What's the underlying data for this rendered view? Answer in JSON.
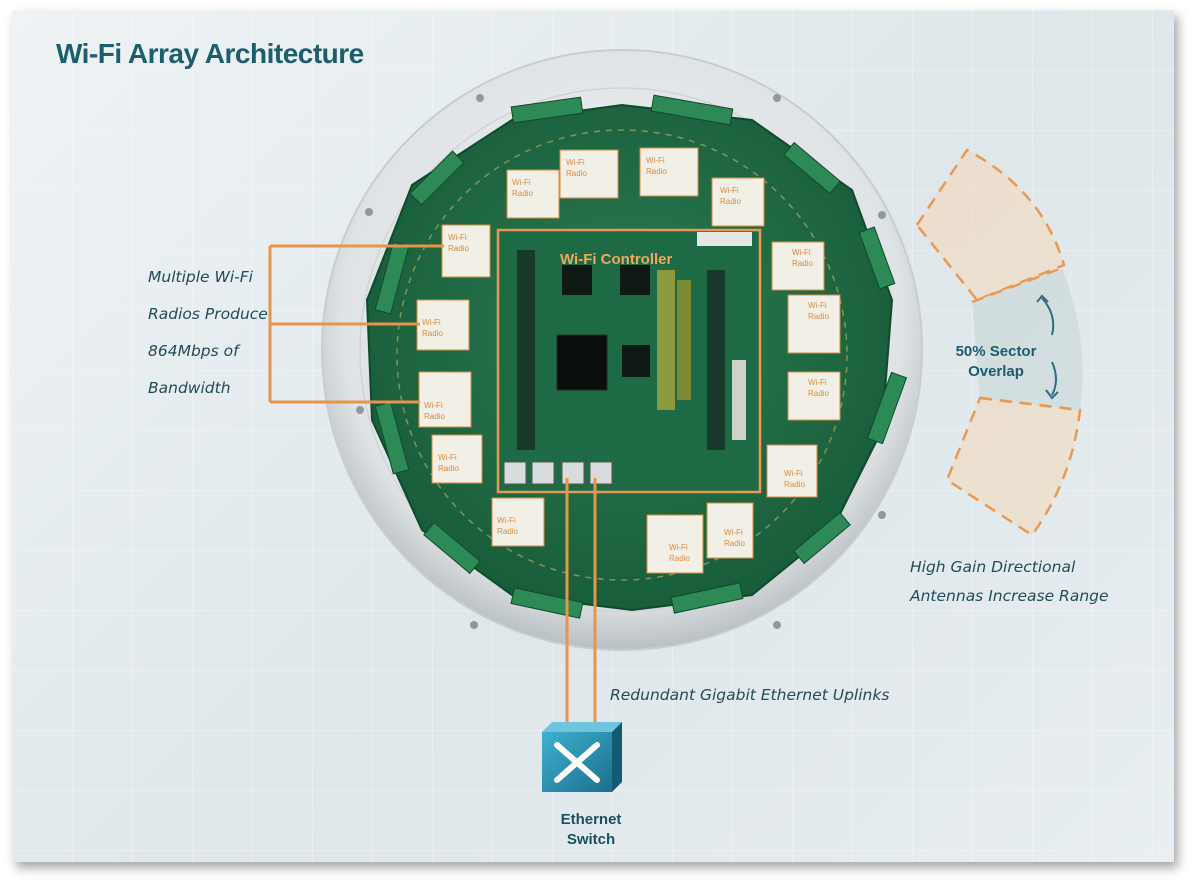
{
  "title": "Wi-Fi Array Architecture",
  "controller_label": "Wi-Fi Controller",
  "radio_label_line1": "Wi-Fi",
  "radio_label_line2": "Radio",
  "radios_callout": [
    "Multiple Wi-Fi",
    "Radios Produce",
    "864Mbps of",
    "Bandwidth"
  ],
  "sector_overlap": [
    "50% Sector",
    "Overlap"
  ],
  "antennas_callout": [
    "High Gain Directional",
    "Antennas Increase Range"
  ],
  "uplinks_callout": "Redundant Gigabit Ethernet Uplinks",
  "switch_label": [
    "Ethernet",
    "Switch"
  ],
  "colors": {
    "title": "#1b5f6c",
    "board_green": "#1f6b45",
    "callout_orange": "#e8954a",
    "switch_blue": "#1f8aa8"
  },
  "icons": [
    "ethernet-switch-icon",
    "sector-overlap-arrow-icon"
  ]
}
